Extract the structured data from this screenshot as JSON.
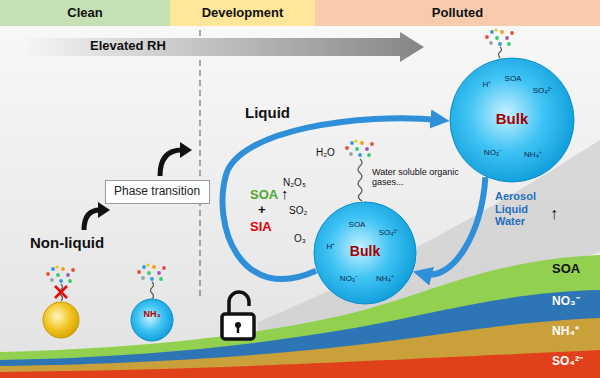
{
  "diagram": {
    "nodes": [
      {
        "text": [
          "Clean"
        ]
      },
      {
        "text": [
          "Development"
        ]
      },
      {
        "text": [
          "Polluted"
        ]
      },
      {
        "text": [
          "Elevated RH"
        ]
      },
      {
        "text": [
          "Phase transition"
        ]
      },
      {
        "text": [
          "Bulk",
          "SOA",
          "SO₄²⁻",
          "NH₄⁺",
          "NO₃⁻",
          "H⁺"
        ]
      },
      {
        "text": [
          "Bulk",
          "H⁺",
          "SOA",
          "SO₄²⁻",
          "NO₃⁻",
          "NH₄⁺"
        ]
      },
      {
        "text": [
          "NH₃"
        ]
      }
    ],
    "edges": [
      {
        "from": 5,
        "to": 6,
        "arrow": "to"
      },
      {
        "from": 6,
        "to": 5,
        "arrow": "to"
      }
    ],
    "labels": [
      "Liquid",
      "Non-liquid",
      "SOA",
      "↑",
      "+",
      "SIA",
      "H₂O",
      "Water soluble organic gases...",
      "N₂O₅",
      "SO₂",
      "O₃",
      "Aerosol Liquid Water",
      "↑",
      "SOA",
      "NO₃⁻",
      "NH₄⁺",
      "SO₄²⁻"
    ]
  }
}
